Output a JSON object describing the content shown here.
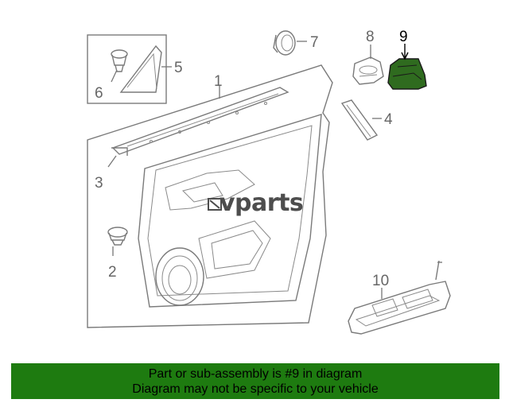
{
  "diagram": {
    "callouts": {
      "c1": "1",
      "c2": "2",
      "c3": "3",
      "c4": "4",
      "c5": "5",
      "c6": "6",
      "c7": "7",
      "c8": "8",
      "c9": "9",
      "c10": "10"
    },
    "highlighted_part": "9",
    "highlight_color": "#2f6b1f",
    "watermark": "vparts"
  },
  "footer": {
    "line1": "Part or sub-assembly is #9 in diagram",
    "line2": "Diagram may not be specific to your vehicle",
    "background_color": "#1e7b10"
  }
}
